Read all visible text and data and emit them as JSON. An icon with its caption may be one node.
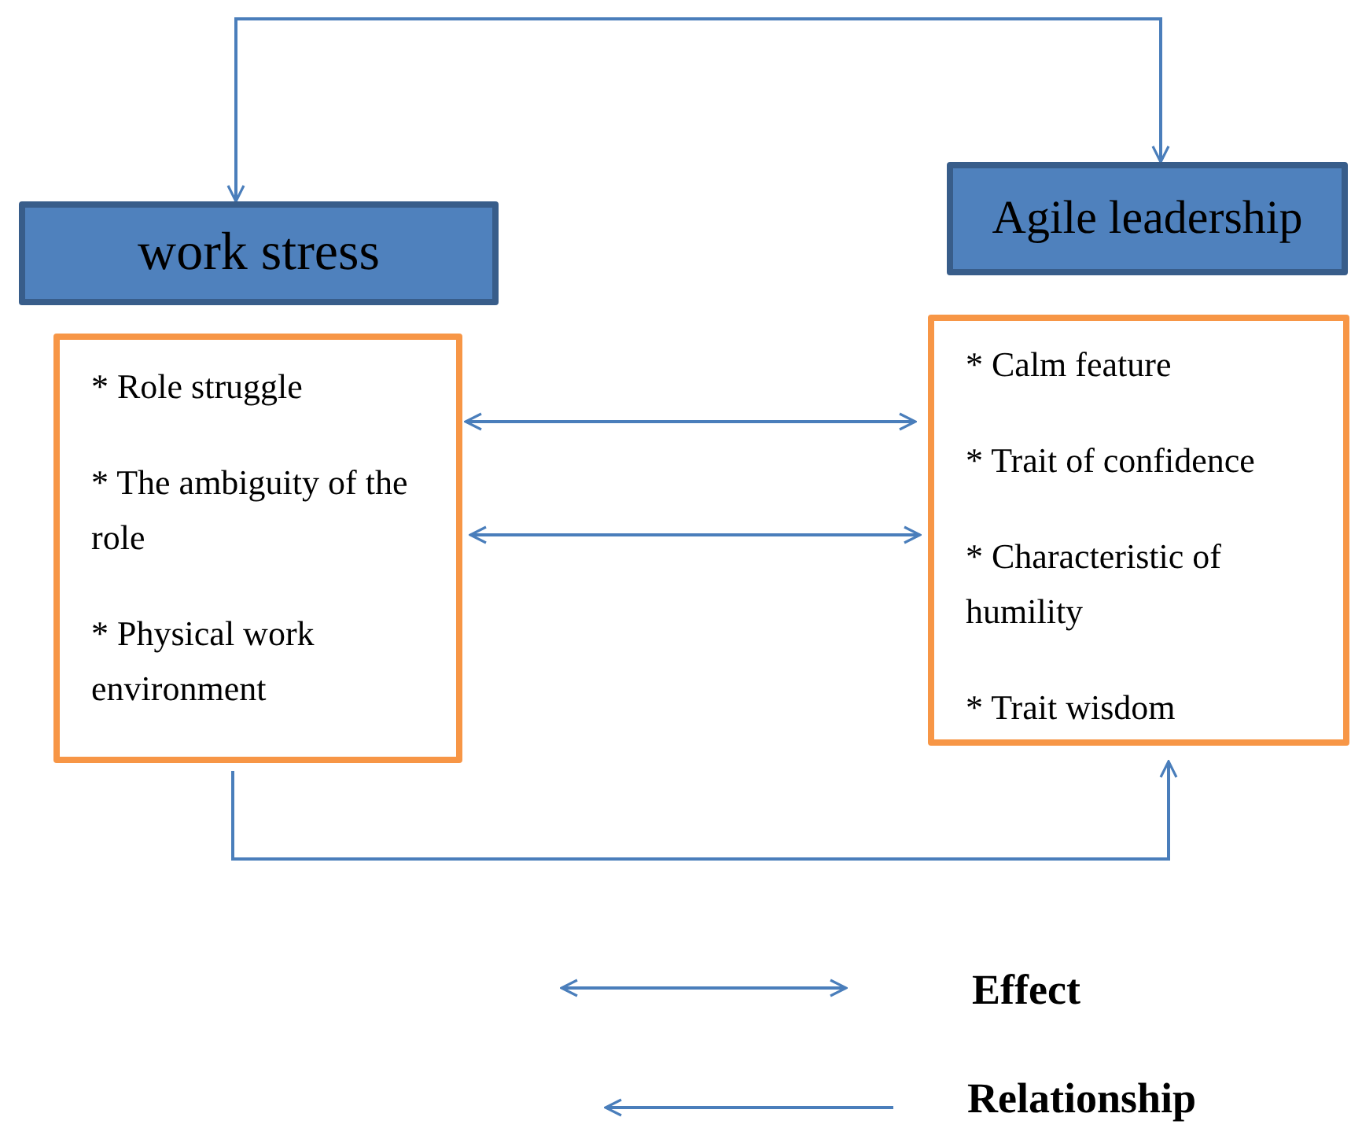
{
  "diagram": {
    "nodes": [
      {
        "text": [
          "work stress"
        ]
      },
      {
        "text": [
          "* Role struggle",
          "* The ambiguity of the role",
          "* Physical work environment"
        ]
      },
      {
        "text": [
          "Agile leadership"
        ]
      },
      {
        "text": [
          "* Calm feature",
          "* Trait of confidence",
          "* Characteristic of humility",
          "* Trait wisdom"
        ]
      }
    ],
    "edges": [
      {
        "from": 0,
        "to": 2,
        "arrow": "both"
      },
      {
        "from": 1,
        "to": 3,
        "arrow": "both"
      },
      {
        "from": 1,
        "to": 3,
        "arrow": "both"
      },
      {
        "from": 1,
        "to": 3,
        "arrow": "to"
      }
    ],
    "legend": [
      {
        "text": "Effect"
      },
      {
        "text": "Relationship"
      }
    ]
  }
}
